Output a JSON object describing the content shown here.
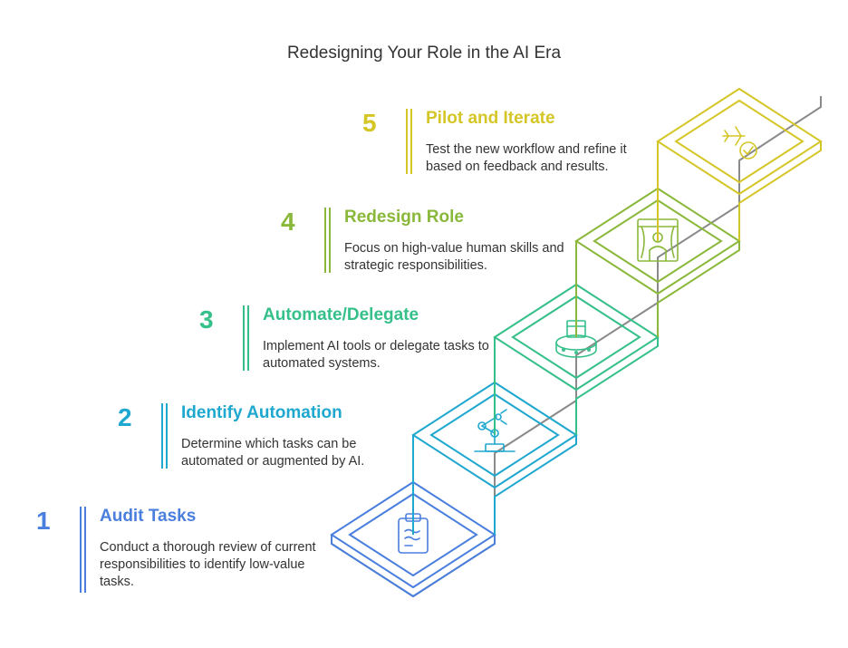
{
  "title": "Redesigning Your Role in the AI Era",
  "colors": {
    "step1": "#4a7fde",
    "step2": "#1fa8cf",
    "step3": "#35c08a",
    "step4": "#8ab83a",
    "step5": "#d5c628",
    "riser": "#8a8a8a"
  },
  "steps": [
    {
      "number": "1",
      "title": "Audit Tasks",
      "description": "Conduct a thorough review of current responsibilities to identify low-value tasks.",
      "icon": "clipboard-icon"
    },
    {
      "number": "2",
      "title": "Identify Automation",
      "description": "Determine which tasks can be automated or augmented by AI.",
      "icon": "robot-arm-icon"
    },
    {
      "number": "3",
      "title": "Automate/Delegate",
      "description": "Implement AI tools or delegate tasks to automated systems.",
      "icon": "conveyor-box-icon"
    },
    {
      "number": "4",
      "title": "Redesign Role",
      "description": "Focus on high-value human skills and strategic responsibilities.",
      "icon": "person-stage-icon"
    },
    {
      "number": "5",
      "title": "Pilot and Iterate",
      "description": "Test the new workflow and refine it based on feedback and results.",
      "icon": "plane-check-icon"
    }
  ]
}
